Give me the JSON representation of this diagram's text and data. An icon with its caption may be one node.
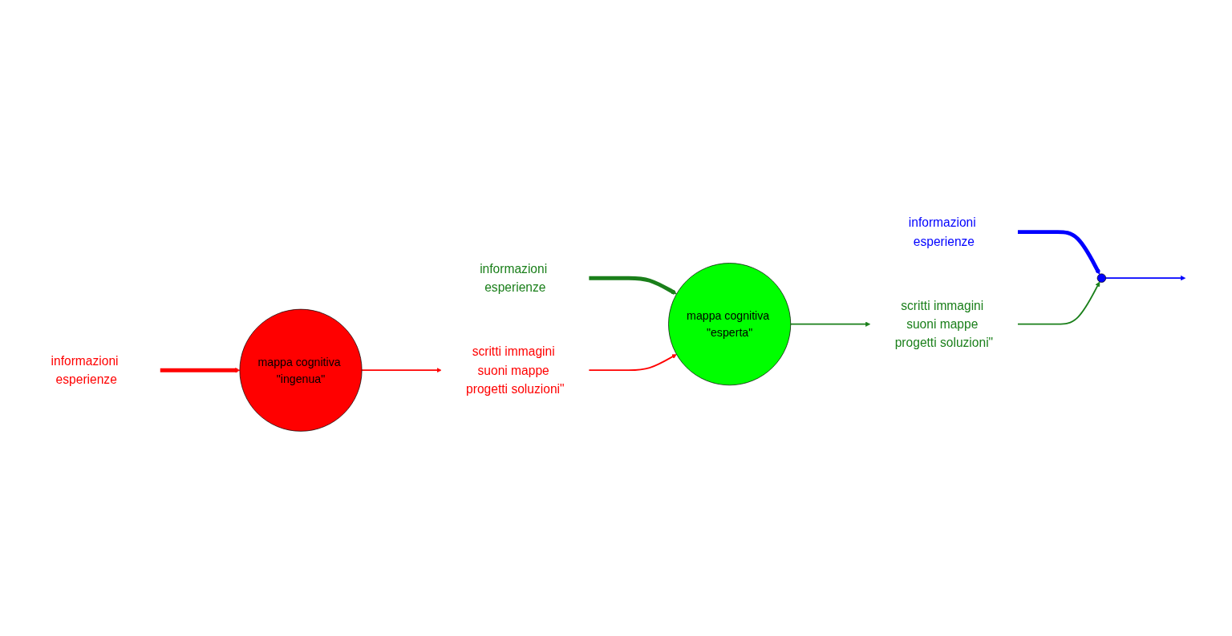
{
  "diagram": {
    "nodes": [
      {
        "text": [
          "mappa cognitiva \"ingenua\""
        ]
      },
      {
        "text": [
          "mappa cognitiva \"esperta\""
        ]
      },
      {
        "text": [],
        "shape": "star"
      },
      {
        "text": [
          "informazioni esperienze"
        ]
      },
      {
        "text": [
          "informazioni esperienze"
        ]
      },
      {
        "text": [
          "informazioni esperienze"
        ]
      },
      {
        "text": [
          "scritti immagini suoni mappe progetti soluzioni\""
        ]
      },
      {
        "text": [
          "scritti immagini suoni mappe progetti soluzioni\""
        ]
      }
    ],
    "edges": [
      {
        "from": 3,
        "to": 0,
        "arrow": "to",
        "style": "thick",
        "color": "#ff0000"
      },
      {
        "from": 4,
        "to": 1,
        "arrow": "to",
        "style": "thick",
        "color": "#1a7f1a"
      },
      {
        "from": 5,
        "to": 2,
        "arrow": "to",
        "style": "thick",
        "color": "#0000ff"
      },
      {
        "from": 0,
        "to": 6,
        "arrow": "to",
        "color": "#ff0000"
      },
      {
        "from": 6,
        "to": 1,
        "arrow": "to",
        "color": "#ff0000"
      },
      {
        "from": 1,
        "to": 7,
        "arrow": "to",
        "color": "#1a7f1a"
      },
      {
        "from": 7,
        "to": 2,
        "arrow": "to",
        "color": "#1a7f1a"
      },
      {
        "from": 2,
        "to": null,
        "arrow": "to",
        "color": "#0000ff"
      }
    ]
  }
}
